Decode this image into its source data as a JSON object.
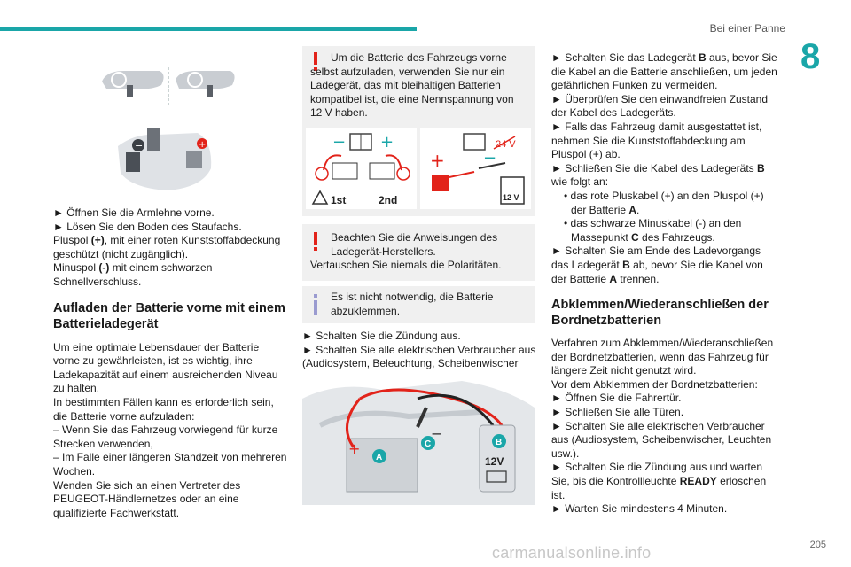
{
  "header": {
    "section_title": "Bei einer Panne",
    "chapter_number": "8"
  },
  "footer": {
    "page_number": "205",
    "watermark": "carmanualsonline.info"
  },
  "left_column": {
    "steps1": [
      "► Öffnen Sie die Armlehne vorne.",
      "► Lösen Sie den Boden des Staufachs."
    ],
    "plus_pole": {
      "bold": "(+)",
      "prefix": "Pluspol ",
      "suffix": ", mit einer roten Kunststoffabdeckung geschützt (nicht zugänglich)."
    },
    "minus_pole": {
      "bold": "(-)",
      "prefix": "Minuspol ",
      "suffix": " mit einem schwarzen Schnellverschluss."
    },
    "heading": "Aufladen der Batterie vorne mit einem Batterieladegerät",
    "para1": "Um eine optimale Lebensdauer der Batterie vorne zu gewährleisten, ist es wichtig, ihre Ladekapazität auf einem ausreichenden Niveau zu halten.",
    "para2": "In bestimmten Fällen kann es erforderlich sein, die Batterie vorne aufzuladen:",
    "dash_items": [
      "– Wenn Sie das Fahrzeug vorwiegend für kurze Strecken verwenden,",
      "– Im Falle einer längeren Standzeit von mehreren Wochen."
    ],
    "para3": "Wenden Sie sich an einen Vertreter des PEUGEOT-Händlernetzes oder an eine qualifizierte Fachwerkstatt."
  },
  "middle_column": {
    "warning1": "Um die Batterie des Fahrzeugs vorne selbst aufzuladen, verwenden Sie nur ein Ladegerät, das mit bleihaltigen Batterien kompatibel ist, die eine Nennspannung von 12 V haben.",
    "diagram_labels": {
      "first": "1st",
      "second": "2nd",
      "v24": "24 V",
      "v12": "12 V"
    },
    "warning2_line1": "Beachten Sie die Anweisungen des Ladegerät-Herstellers.",
    "warning2_line2": "Vertauschen Sie niemals die Polaritäten.",
    "info": "Es ist nicht notwendig, die Batterie abzuklemmen.",
    "steps": [
      "► Schalten Sie die Zündung aus.",
      "► Schalten Sie alle elektrischen Verbraucher aus (Audiosystem, Beleuchtung, Scheibenwischer usw.)."
    ],
    "figure_labels": {
      "a": "A",
      "b": "B",
      "c": "C",
      "battery": "12V"
    }
  },
  "right_column": {
    "step1": {
      "pre": "► Schalten Sie das Ladegerät ",
      "bold": "B",
      "post": " aus, bevor Sie die Kabel an die Batterie anschließen, um jeden gefährlichen Funken zu vermeiden."
    },
    "step2": "► Überprüfen Sie den einwandfreien Zustand der Kabel des Ladegeräts.",
    "step3": "► Falls das Fahrzeug damit ausgestattet ist, nehmen Sie die Kunststoffabdeckung am Pluspol (+) ab.",
    "step4": {
      "pre": "► Schließen Sie die Kabel des Ladegeräts ",
      "bold": "B",
      "post": " wie folgt an:"
    },
    "sub1": {
      "pre": "• das rote Pluskabel (+) an den Pluspol (+) der Batterie ",
      "bold": "A",
      "post": "."
    },
    "sub2": {
      "pre": "• das schwarze Minuskabel (-) an den Massepunkt ",
      "bold": "C",
      "post": " des Fahrzeugs."
    },
    "step5": {
      "pre": "► Schalten Sie am Ende des Ladevorgangs das Ladegerät ",
      "bold": "B",
      "mid": " ab, bevor Sie die Kabel von der Batterie ",
      "bold2": "A",
      "post": " trennen."
    },
    "heading": "Abklemmen/Wiederanschließen der Bordnetzbatterien",
    "para1": "Verfahren zum Abklemmen/Wiederanschließen der Bordnetzbatterien, wenn das Fahrzeug für längere Zeit nicht genutzt wird.",
    "para2": "Vor dem Abklemmen der Bordnetzbatterien:",
    "steps": [
      "► Öffnen Sie die Fahrertür.",
      "► Schließen Sie alle Türen.",
      "► Schalten Sie alle elektrischen Verbraucher aus (Audiosystem, Scheibenwischer, Leuchten usw.)."
    ],
    "step_ready": {
      "pre": "► Schalten Sie die Zündung aus und warten Sie, bis die Kontrollleuchte ",
      "bold": "READY",
      "post": " erloschen ist."
    },
    "step_last": "► Warten Sie mindestens 4 Minuten."
  },
  "colors": {
    "accent": "#1aa6a8",
    "warning": "#e2231a",
    "info": "#9a9bd0",
    "note_bg": "#f0f0f0"
  }
}
